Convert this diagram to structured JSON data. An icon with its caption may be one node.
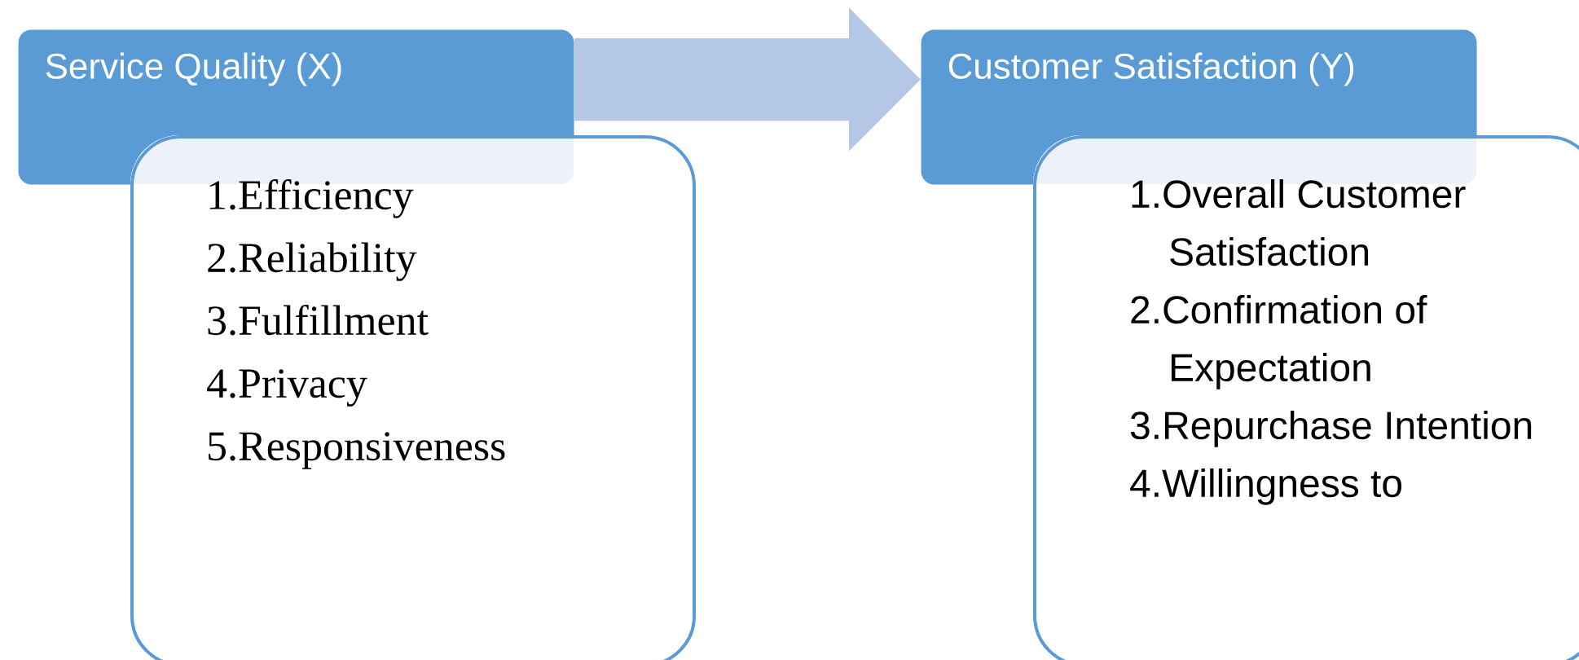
{
  "diagram": {
    "nodes": [
      {
        "text": [
          "Service Quality (X)"
        ]
      },
      {
        "text": [
          "1.Efficiency",
          "2.Reliability",
          "3.Fulfillment",
          "4.Privacy",
          "5.Responsiveness"
        ]
      },
      {
        "text": [
          "Customer Satisfaction (Y)"
        ]
      },
      {
        "text": [
          "1.Overall Customer Satisfaction",
          "2.Confirmation of Expectation",
          "3.Repurchase Intention",
          "4.Willingness to"
        ]
      }
    ],
    "edges": [
      {
        "from": 0,
        "to": 2,
        "arrow": "to"
      }
    ]
  }
}
